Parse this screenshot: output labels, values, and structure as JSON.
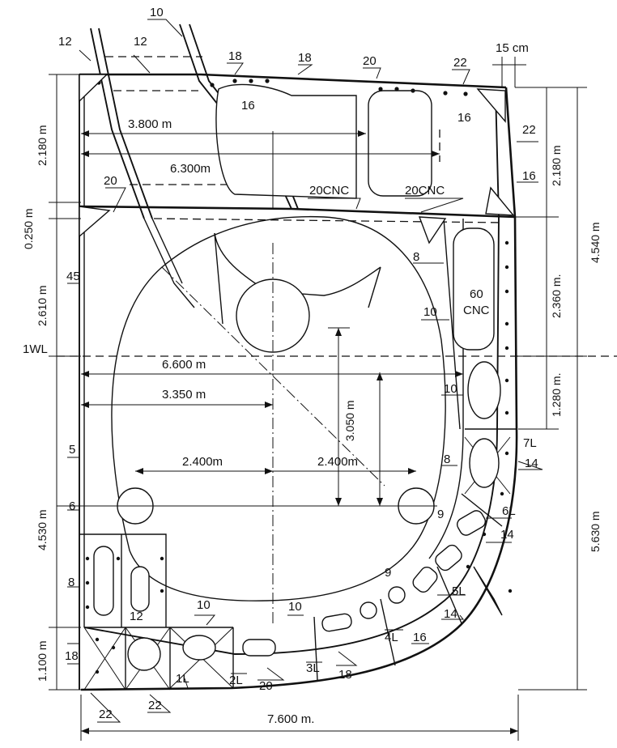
{
  "dimensions": {
    "top_width": "15 cm",
    "dim_3800": "3.800 m",
    "dim_6300": "6.300m",
    "dim_6600": "6.600 m",
    "dim_3350": "3.350 m",
    "dim_2400_left": "2.400m",
    "dim_2400_right": "2.400m",
    "dim_3050": "3.050 m",
    "dim_7600": "7.600 m.",
    "left_2180": "2.180 m",
    "left_0250": "0.250 m",
    "left_2610": "2.610 m",
    "left_4530": "4.530 m",
    "left_1100": "1.100 m",
    "right_2180": "2.180 m",
    "right_2360": "2.360 m.",
    "right_1280": "1.280 m.",
    "right_4540": "4.540 m",
    "right_5630": "5.630 m"
  },
  "waterline": "1WL",
  "labels": {
    "t10_top": "10",
    "t12_a": "12",
    "t12_b": "12",
    "t18_a": "18",
    "t18_b": "18",
    "t20_top": "20",
    "t22_top": "22",
    "t16_a": "16",
    "t16_b": "16",
    "t22_right": "22",
    "t16_right": "16",
    "t20_deck": "20",
    "cnc_left": "20CNC",
    "cnc_right": "20CNC",
    "t8_right": "8",
    "t10_right": "10",
    "cnc60_num": "60",
    "cnc60_txt": "CNC",
    "t45": "45",
    "t10_mid": "10",
    "t8_low": "8",
    "t7L": "7L",
    "t14_a": "14",
    "t5": "5",
    "t6": "6",
    "t6L": "6L",
    "t9_a": "9",
    "t14_b": "14",
    "t9_b": "9",
    "t5L": "5L",
    "t14_c": "14",
    "t8_left": "8",
    "t12_low": "12",
    "t10_low_a": "10",
    "t10_low_b": "10",
    "t4L": "4L",
    "t16_low": "16",
    "t3L": "3L",
    "t18_low": "18",
    "t2L": "2L",
    "t20_low": "20",
    "t1L": "1L",
    "t18_left": "18",
    "t22_bottom_a": "22",
    "t22_bottom_b": "22"
  }
}
